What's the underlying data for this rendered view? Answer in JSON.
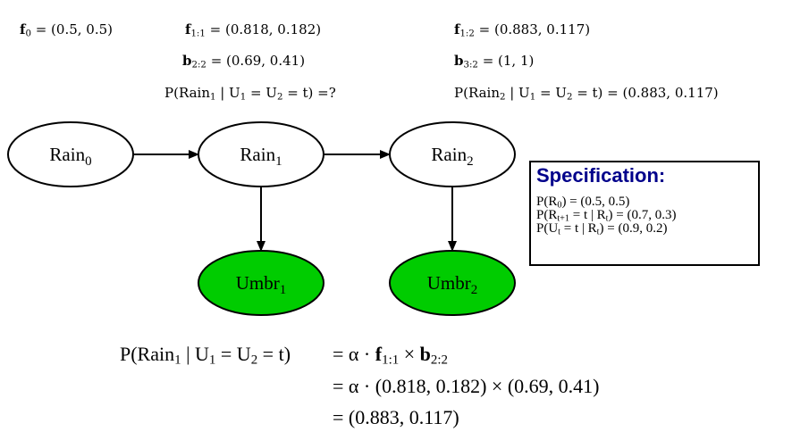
{
  "top_annotations": {
    "f0": {
      "sym": "f",
      "sub": "0",
      "value": "= (0.5, 0.5)"
    },
    "f11": {
      "sym": "f",
      "sub": "1:1",
      "value": "= (0.818, 0.182)"
    },
    "b22": {
      "sym": "b",
      "sub": "2:2",
      "value": "= (0.69, 0.41)"
    },
    "q1": {
      "prefix": "P(Rain",
      "sub": "1",
      "mid": " | U",
      "sub2": "1",
      "mid2": " = U",
      "sub3": "2",
      "suffix": " = t) =?"
    },
    "f12": {
      "sym": "f",
      "sub": "1:2",
      "value": "= (0.883, 0.117)"
    },
    "b32": {
      "sym": "b",
      "sub": "3:2",
      "value": "= (1, 1)"
    },
    "q2": {
      "prefix": "P(Rain",
      "sub": "2",
      "mid": " | U",
      "sub2": "1",
      "mid2": " = U",
      "sub3": "2",
      "suffix": " = t) = (0.883, 0.117)"
    }
  },
  "nodes": [
    {
      "id": "rain0",
      "label": "Rain",
      "sub": "0",
      "observed": false
    },
    {
      "id": "rain1",
      "label": "Rain",
      "sub": "1",
      "observed": false
    },
    {
      "id": "rain2",
      "label": "Rain",
      "sub": "2",
      "observed": false
    },
    {
      "id": "umbr1",
      "label": "Umbr",
      "sub": "1",
      "observed": true
    },
    {
      "id": "umbr2",
      "label": "Umbr",
      "sub": "2",
      "observed": true
    }
  ],
  "edges": [
    {
      "from": "rain0",
      "to": "rain1"
    },
    {
      "from": "rain1",
      "to": "rain2"
    },
    {
      "from": "rain1",
      "to": "umbr1"
    },
    {
      "from": "rain2",
      "to": "umbr2"
    }
  ],
  "colors": {
    "observed_fill": "#00cc00",
    "spec_title": "#00008b"
  },
  "specification": {
    "title": "Specification:",
    "lines": [
      {
        "a": "P(R",
        "s": "0",
        "b": ") = (0.5, 0.5)"
      },
      {
        "a": "P(R",
        "s": "t+1",
        "b": " = t | R",
        "s2": "t",
        "c": ") = (0.7, 0.3)"
      },
      {
        "a": "P(U",
        "s": "t",
        "b": " = t | R",
        "s2": "t",
        "c": ") = (0.9, 0.2)"
      }
    ]
  },
  "derivation": {
    "lhs": {
      "a": "P(Rain",
      "s": "1",
      "b": " | U",
      "s2": "1",
      "c": " = U",
      "s3": "2",
      "d": " = t)"
    },
    "line1": {
      "a": "= α · ",
      "f": "f",
      "fs": "1:1",
      "x": " × ",
      "b": "b",
      "bs": "2:2"
    },
    "line2": "= α · (0.818, 0.182) × (0.69, 0.41)",
    "line3": "= (0.883, 0.117)"
  }
}
